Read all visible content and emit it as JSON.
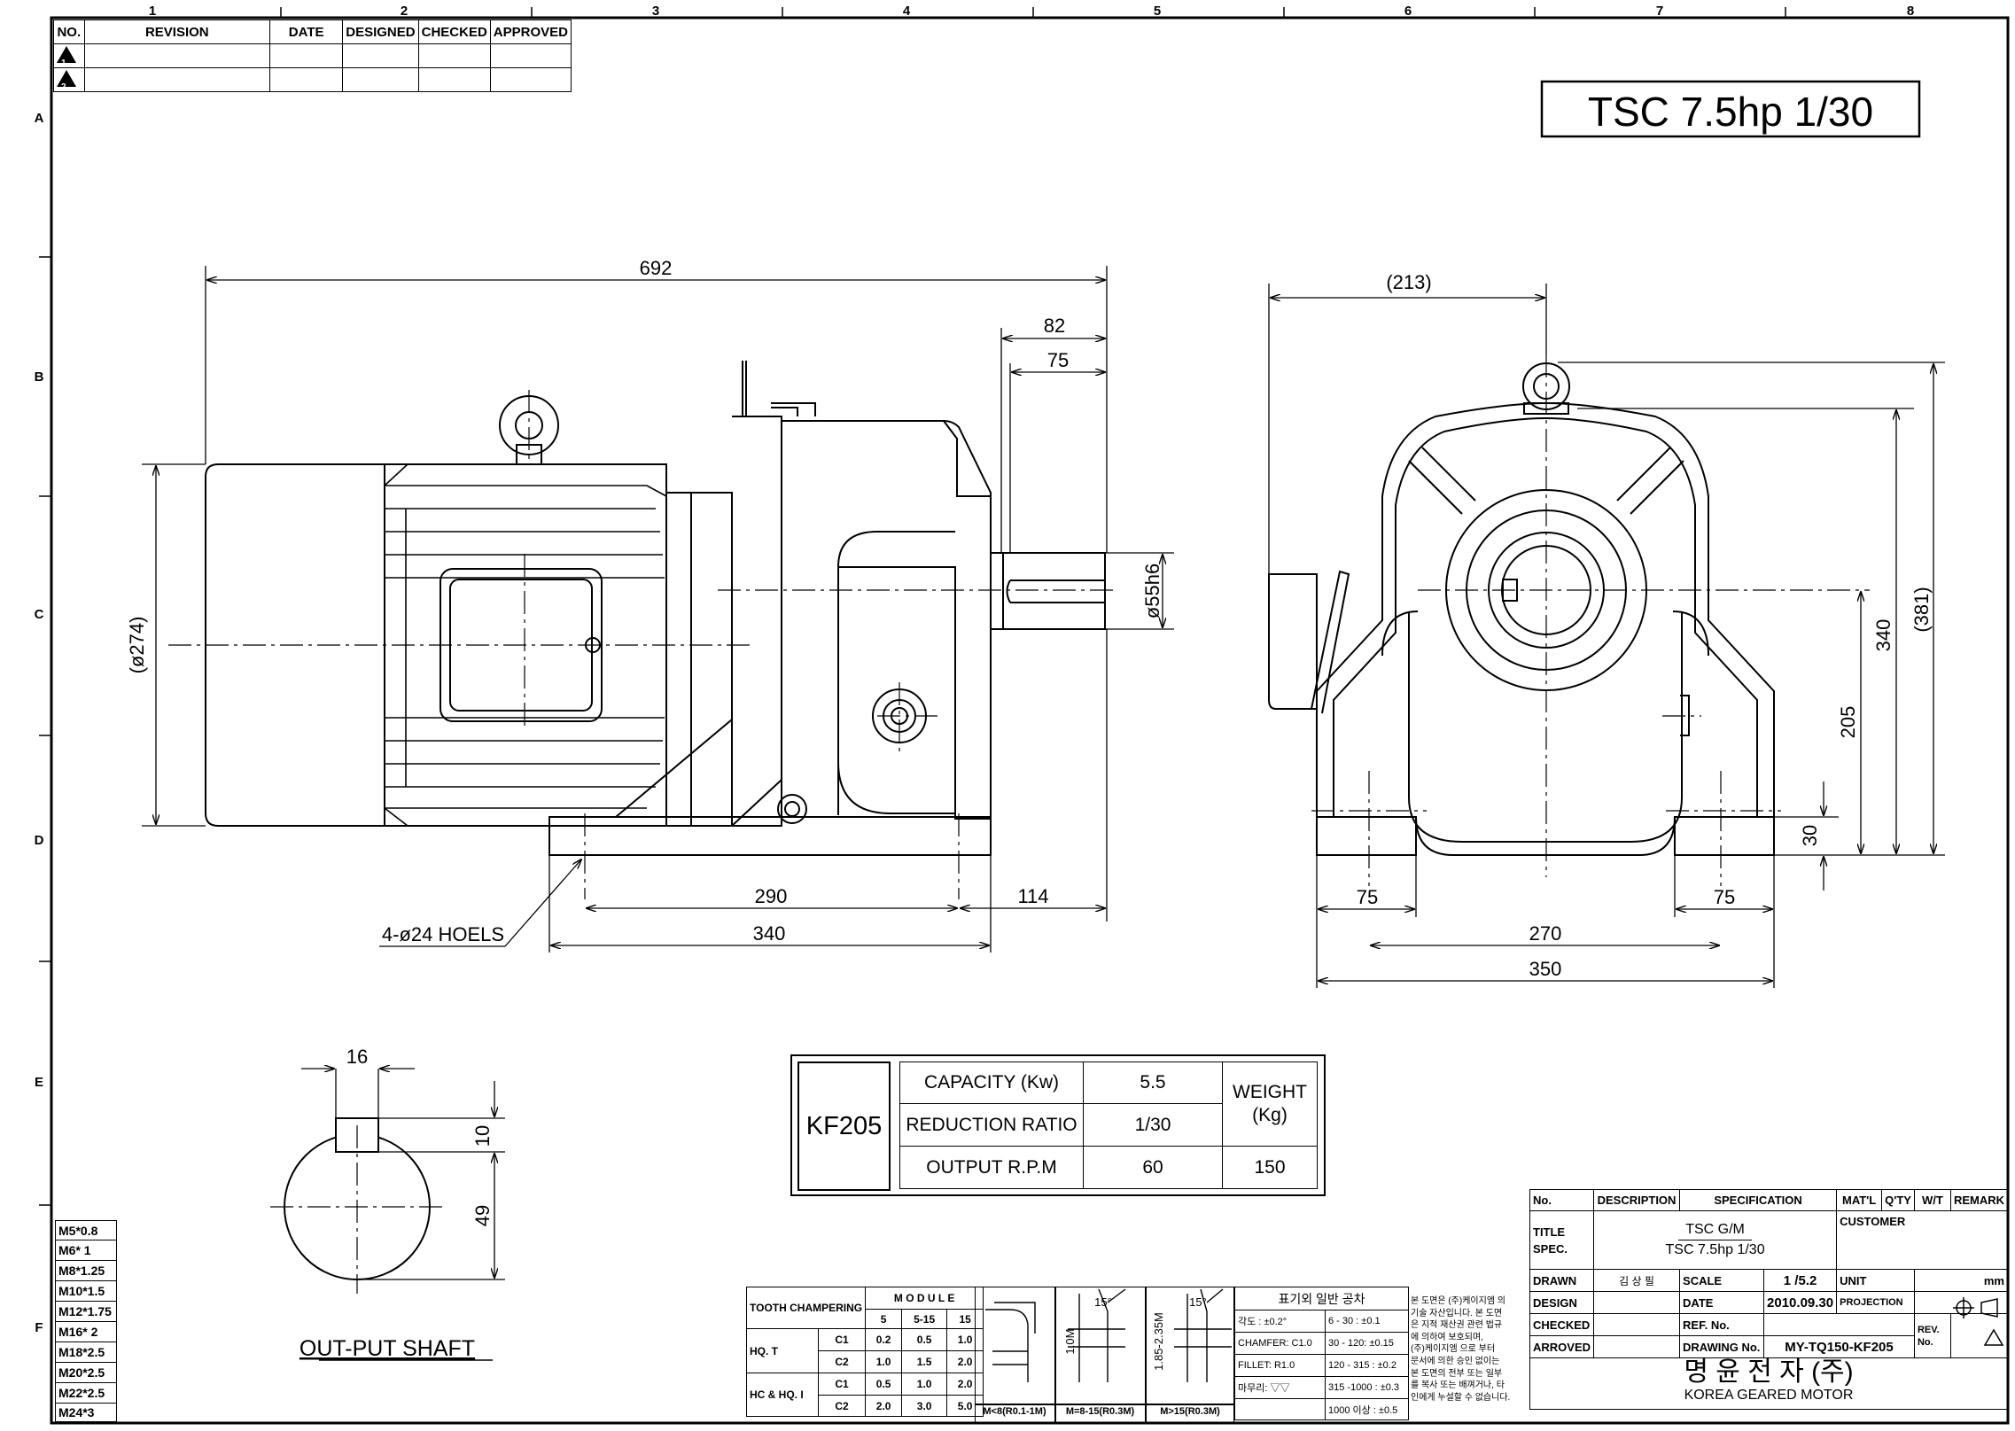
{
  "title_box": "TSC 7.5hp 1/30",
  "grid": {
    "columns": [
      "1",
      "2",
      "3",
      "4",
      "5",
      "6",
      "7",
      "8"
    ],
    "rows": [
      "A",
      "B",
      "C",
      "D",
      "E",
      "F"
    ]
  },
  "revision_table": {
    "headers": [
      "NO.",
      "REVISION",
      "DATE",
      "DESIGNED",
      "CHECKED",
      "APPROVED"
    ],
    "rows": [
      {
        "no": "1",
        "revision": "",
        "date": "",
        "designed": "",
        "checked": "",
        "approved": ""
      },
      {
        "no": "2",
        "revision": "",
        "date": "",
        "designed": "",
        "checked": "",
        "approved": ""
      }
    ]
  },
  "front_view": {
    "overall_length": "692",
    "shaft_length_outer": "82",
    "shaft_length_inner": "75",
    "motor_diameter": "(ø274)",
    "shaft_diameter": "ø55h6",
    "foot_hole_spacing": "290",
    "base_length": "340",
    "shaft_from_foot": "114",
    "hole_callout": "4-ø24 HOELS"
  },
  "side_view": {
    "width_ref": "(213)",
    "overall_height": "(381)",
    "body_height": "340",
    "shaft_height": "205",
    "foot_height": "30",
    "foot_width_left": "75",
    "foot_width_right": "75",
    "hole_spacing": "270",
    "base_width": "350"
  },
  "output_shaft": {
    "key_width": "16",
    "key_height": "10",
    "half_height": "49",
    "label": "OUT-PUT SHAFT"
  },
  "spec_table": {
    "model": "KF205",
    "rows": [
      {
        "label": "CAPACITY (Kw)",
        "value": "5.5"
      },
      {
        "label": "REDUCTION RATIO",
        "value": "1/30"
      },
      {
        "label": "OUTPUT R.P.M",
        "value": "60"
      }
    ],
    "weight_label": "WEIGHT (Kg)",
    "weight_value": "150"
  },
  "thread_list": [
    "M5*0.8",
    "M6* 1",
    "M8*1.25",
    "M10*1.5",
    "M12*1.75",
    "M16* 2",
    "M18*2.5",
    "M20*2.5",
    "M22*2.5",
    "M24*3"
  ],
  "chamfer_table": {
    "title": "TOOTH CHAMPERING",
    "module_header": "M O D U L E",
    "modules": [
      "5",
      "5-15",
      "15"
    ],
    "groups": [
      {
        "name": "HQ. T",
        "rows": [
          {
            "c": "C1",
            "v": [
              "0.2",
              "0.5",
              "1.0"
            ]
          },
          {
            "c": "C2",
            "v": [
              "1.0",
              "1.5",
              "2.0"
            ]
          }
        ]
      },
      {
        "name": "HC & HQ. I",
        "rows": [
          {
            "c": "C1",
            "v": [
              "0.5",
              "1.0",
              "2.0"
            ]
          },
          {
            "c": "C2",
            "v": [
              "2.0",
              "3.0",
              "5.0"
            ]
          }
        ]
      }
    ],
    "sketch_labels": [
      "M<8(R0.1-1M)",
      "M=8-15(R0.3M)",
      "M>15(R0.3M)"
    ],
    "sketch_dims": [
      "1.0M",
      "15°",
      "1.85-2.35M",
      "15°"
    ]
  },
  "tolerance_table": {
    "title": "표기외 일반 공차",
    "rows": [
      {
        "left": "각도 : ±0.2°",
        "right": "6 - 30 : ±0.1"
      },
      {
        "left": "CHAMFER: C1.0",
        "right": "30 - 120: ±0.15"
      },
      {
        "left": "FILLET: R1.0",
        "right": "120 - 315 : ±0.2"
      },
      {
        "left": "마무리: ▽▽",
        "right": "315 -1000 : ±0.3"
      },
      {
        "left": "",
        "right": "1000 이상 : ±0.5"
      }
    ]
  },
  "notice_lines": [
    "본 도면은 (주)케이지엠 의",
    "기술 자산입니다. 본 도면",
    "은 지적 재산권 관련 법규",
    "에 의하여 보호되며,",
    "(주)케이지엠 으로 부터",
    "문서에 의한 승인 없이는",
    "본 도면의 전부 또는 일부",
    "를 복사 또는 배껴거나, 타",
    "인에게 누설할 수 없습니다."
  ],
  "title_block": {
    "headers": [
      "No.",
      "DESCRIPTION",
      "SPECIFICATION",
      "MAT'L",
      "Q'TY",
      "W/T",
      "REMARK"
    ],
    "title_label": "TITLE",
    "spec_label": "SPEC.",
    "title_value": "TSC  G/M",
    "spec_value": "TSC 7.5hp 1/30",
    "customer_label": "CUSTOMER",
    "drawn_label": "DRAWN",
    "drawn_value": "김 상 필",
    "scale_label": "SCALE",
    "scale_value": "1 /5.2",
    "unit_label": "UNIT",
    "unit_value": "mm",
    "design_label": "DESIGN",
    "date_label": "DATE",
    "date_value": "2010.09.30",
    "projection_label": "PROJECTION",
    "checked_label": "CHECKED",
    "refno_label": "REF. No.",
    "rev_label": "REV. No.",
    "approved_label": "ARROVED",
    "drawing_no_label": "DRAWING No.",
    "drawing_no_value": "MY-TQ150-KF205",
    "company_kr": "명  윤  전  자  (주)",
    "company_en": "KOREA   GEARED   MOTOR"
  }
}
